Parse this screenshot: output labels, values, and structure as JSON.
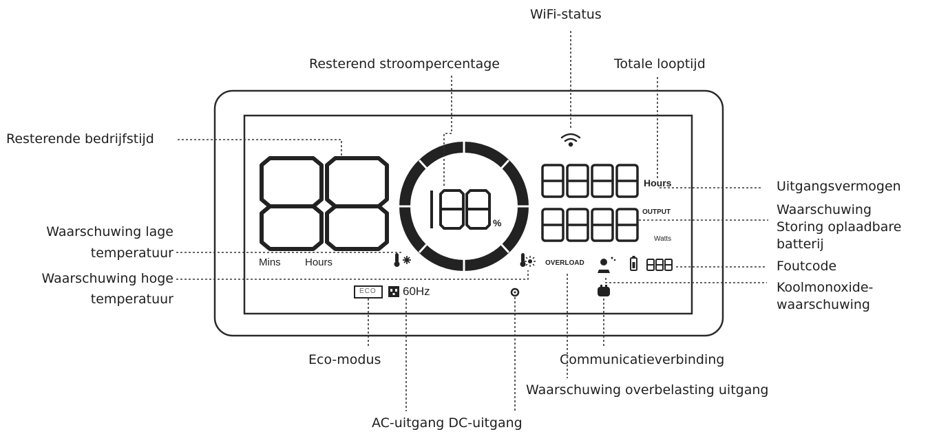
{
  "labels": {
    "wifi_status": "WiFi-status",
    "remaining_power_percentage": "Resterend stroompercentage",
    "total_runtime": "Totale looptijd",
    "remaining_operating_time": "Resterende bedrijfstijd",
    "output_power": "Uitgangsvermogen",
    "battery_fault_warning": [
      "Waarschuwing",
      "Storing oplaadbare",
      "batterij"
    ],
    "low_temp_warning": [
      "Waarschuwing lage",
      "temperatuur"
    ],
    "high_temp_warning": [
      "Waarschuwing hoge",
      "temperatuur"
    ],
    "error_code": "Foutcode",
    "co_warning": [
      "Koolmonoxide-",
      "waarschuwing"
    ],
    "eco_mode": "Eco-modus",
    "communication_link": "Communicatieverbinding",
    "output_overload_warning": "Waarschuwing overbelasting uitgang",
    "ac_dc_output": "AC-uitgang DC-uitgang"
  },
  "display": {
    "mins": "Mins",
    "hours_left": "Hours",
    "hours_right": "Hours",
    "output": "OUTPUT",
    "watts": "Watts",
    "overload": "OVERLOAD",
    "percent_sign": "%",
    "frequency": "60Hz",
    "eco": "ECO"
  },
  "icons": [
    "wifi-icon",
    "thermometer-cold-icon",
    "thermometer-hot-icon",
    "co-alarm-icon",
    "battery-icon",
    "gear-icon",
    "link-icon",
    "ac-outlet-icon"
  ]
}
